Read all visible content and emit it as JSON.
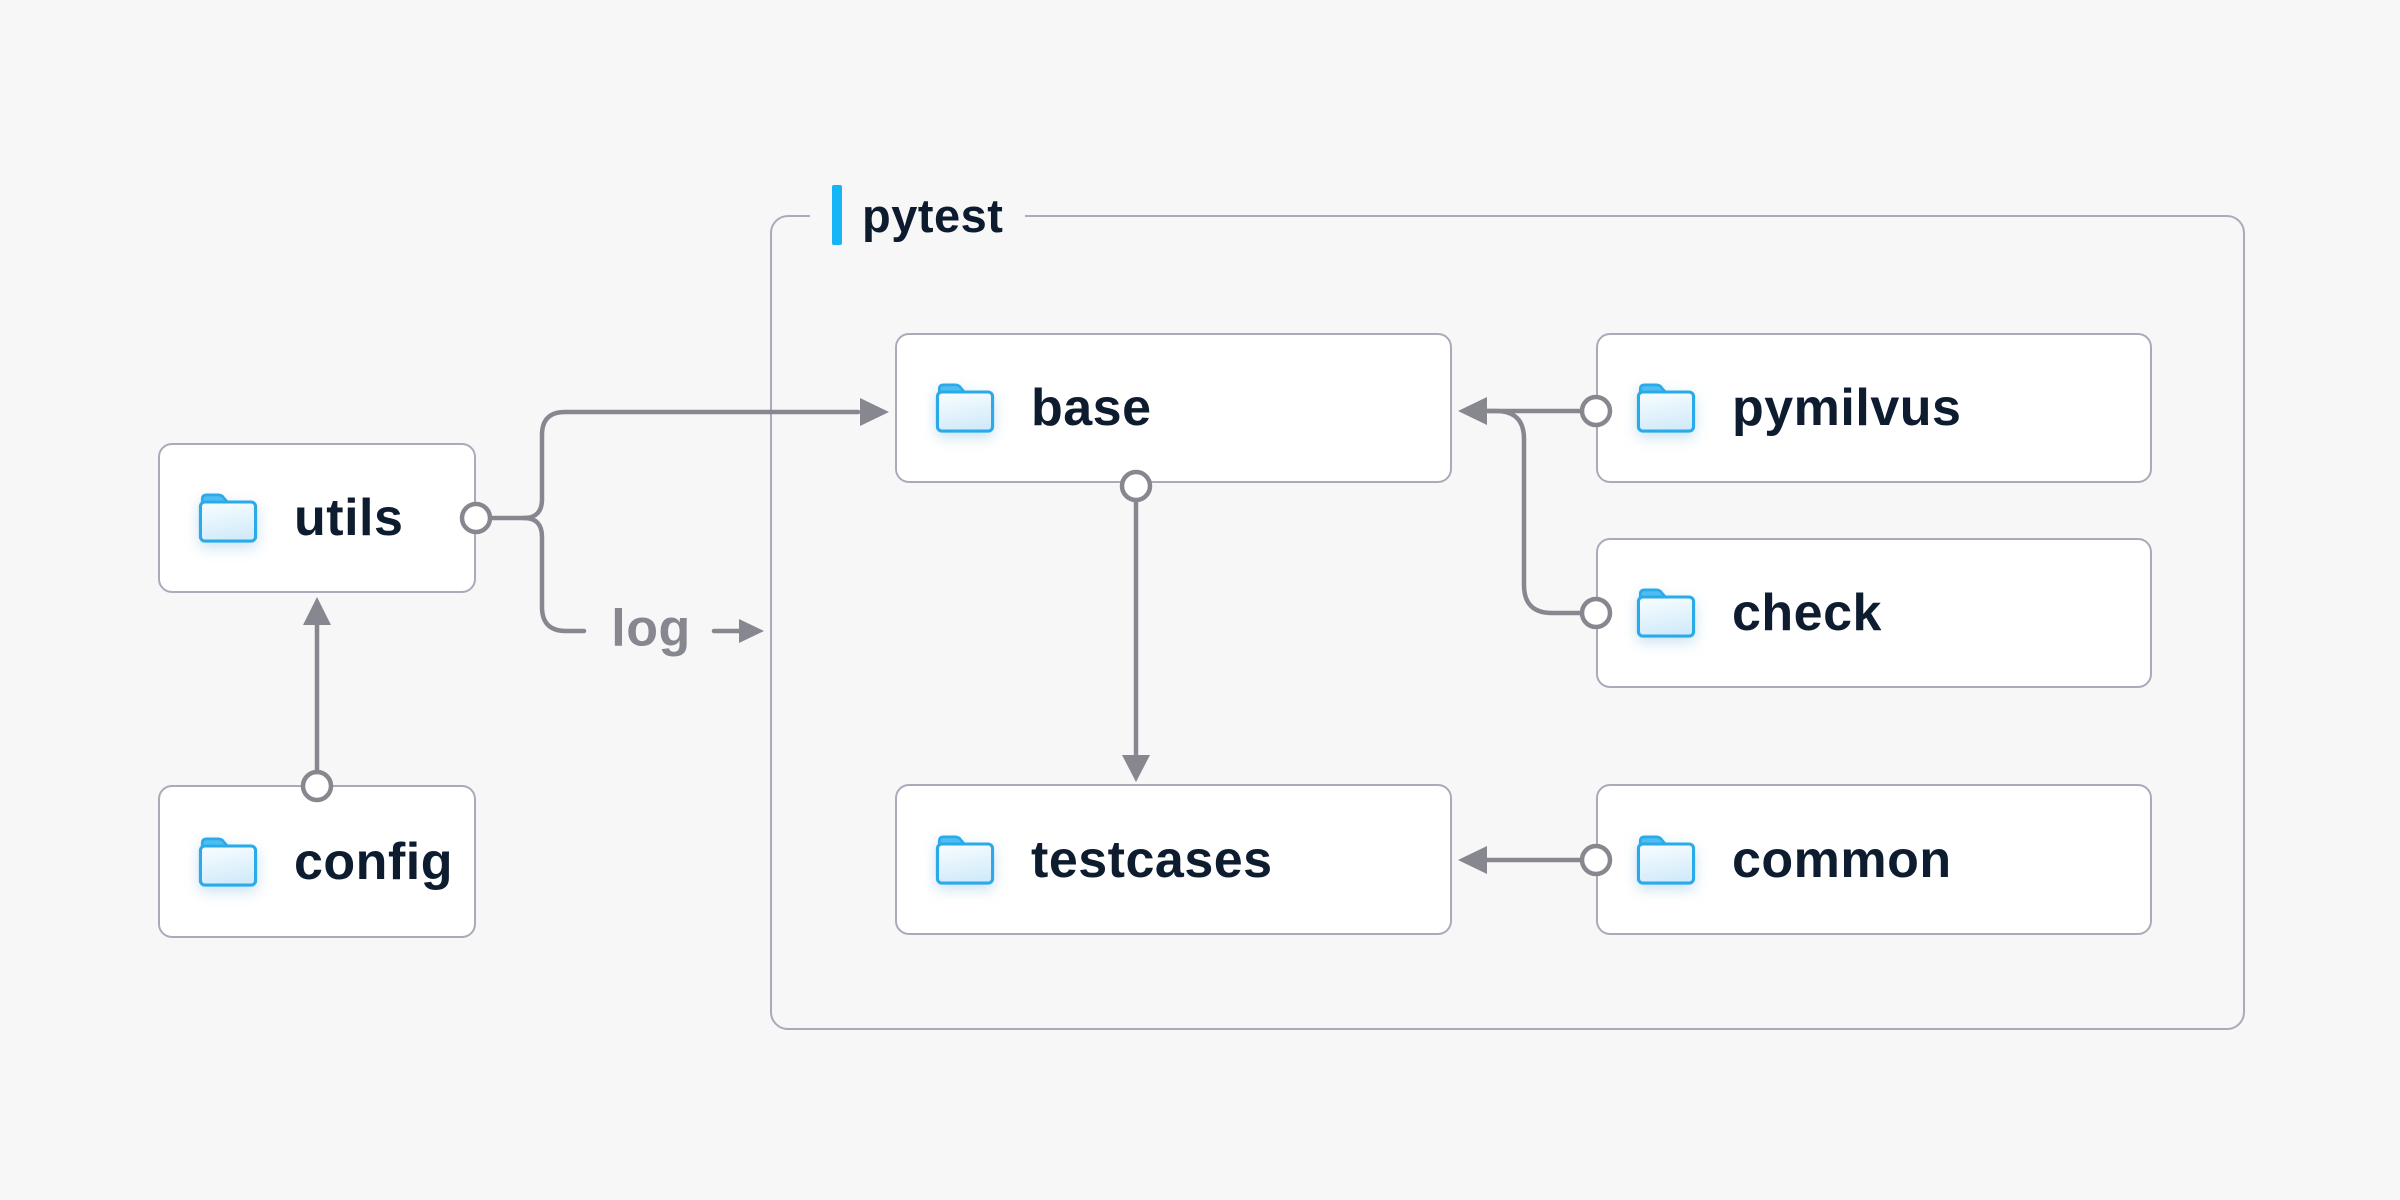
{
  "diagram": {
    "group": {
      "label": "pytest",
      "accent_color": "#16b5f5"
    },
    "nodes": [
      {
        "id": "utils",
        "label": "utils"
      },
      {
        "id": "config",
        "label": "config"
      },
      {
        "id": "base",
        "label": "base"
      },
      {
        "id": "testcases",
        "label": "testcases"
      },
      {
        "id": "pymilvus",
        "label": "pymilvus"
      },
      {
        "id": "check",
        "label": "check"
      },
      {
        "id": "common",
        "label": "common"
      }
    ],
    "edges": [
      {
        "from": "config",
        "to": "utils",
        "label": ""
      },
      {
        "from": "utils",
        "to": "base",
        "label": ""
      },
      {
        "from": "utils",
        "to": "pytest",
        "label": "log"
      },
      {
        "from": "base",
        "to": "testcases",
        "label": ""
      },
      {
        "from": "pymilvus",
        "to": "base",
        "label": ""
      },
      {
        "from": "check",
        "to": "base",
        "label": ""
      },
      {
        "from": "common",
        "to": "testcases",
        "label": ""
      }
    ],
    "colors": {
      "background": "#f7f7f8",
      "node_fill": "#ffffff",
      "node_border": "#abaaba",
      "wire": "#87878f",
      "text": "#0e1c30",
      "accent": "#16b5f5",
      "folder_stroke": "#2aaae9"
    }
  }
}
